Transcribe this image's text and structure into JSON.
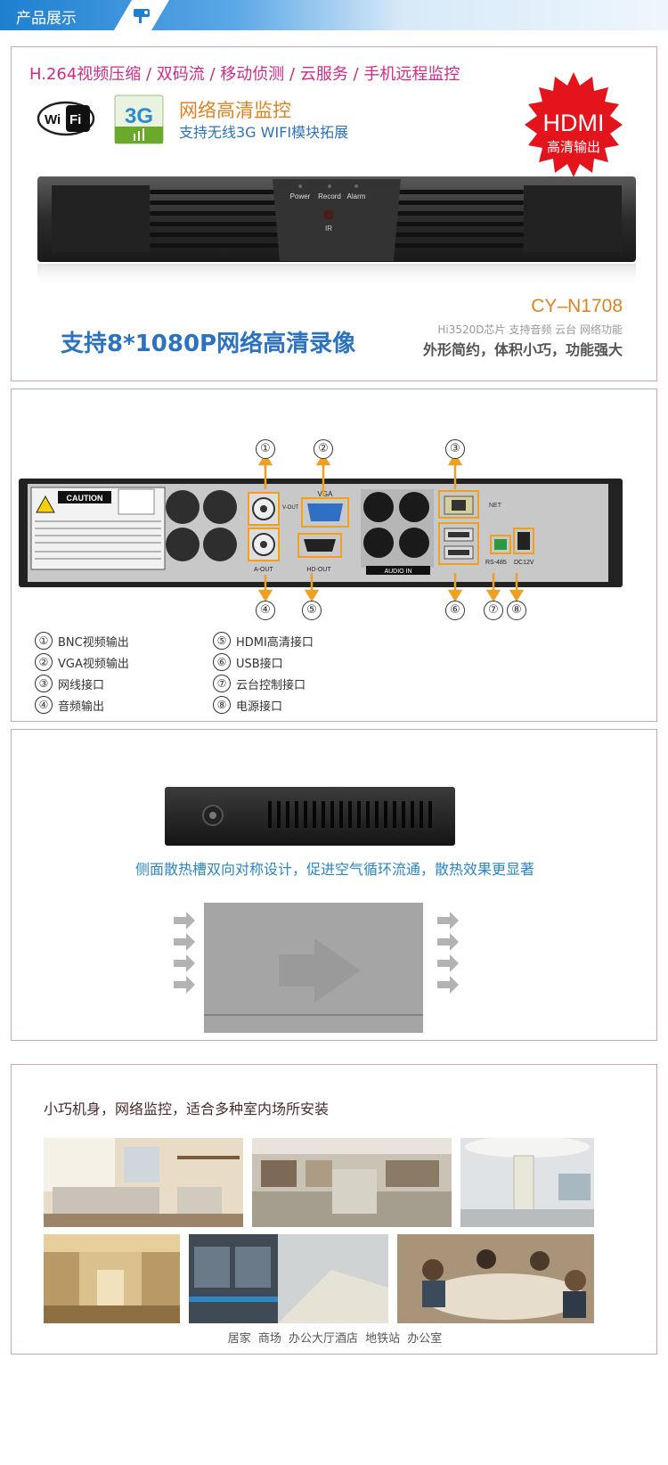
{
  "header": {
    "title": "产品展示"
  },
  "hero": {
    "features": "H.264视频压缩 / 双码流 / 移动侦测 / 云服务 / 手机远程监控",
    "wifi_logo_text": "WiFi",
    "badge_3g_text": "3G",
    "net_hd_title": "网络高清监控",
    "wifi_extension": "支持无线3G WIFI模块拓展",
    "hdmi_badge_title": "HDMI",
    "hdmi_badge_sub": "高清输出",
    "front_labels": [
      "Power",
      "Record",
      "Alarm"
    ],
    "front_ir_label": "IR",
    "model": "CY–N1708",
    "main_slogan": "支持8*1080P网络高清录像",
    "spec_line": "Hi3520D芯片   支持音频 云台 网络功能",
    "sub_slogan": "外形简约，体积小巧，功能强大"
  },
  "rear": {
    "caution_title": "CAUTION",
    "port_labels": {
      "vout": "V-OUT",
      "vga": "VGA",
      "net": "NET",
      "aout": "A-OUT",
      "hdout": "HD-OUT",
      "audio_in": "AUDIO IN",
      "rs485": "RS-485",
      "dc12v": "DC12V"
    },
    "callouts": [
      "①",
      "②",
      "③",
      "④",
      "⑤",
      "⑥",
      "⑦",
      "⑧"
    ],
    "legend": [
      {
        "num": "①",
        "label": "BNC视频输出"
      },
      {
        "num": "②",
        "label": "VGA视频输出"
      },
      {
        "num": "③",
        "label": "网线接口"
      },
      {
        "num": "④",
        "label": "音频输出"
      },
      {
        "num": "⑤",
        "label": "HDMI高清接口"
      },
      {
        "num": "⑥",
        "label": "USB接口"
      },
      {
        "num": "⑦",
        "label": "云台控制接口"
      },
      {
        "num": "⑧",
        "label": "电源接口"
      }
    ]
  },
  "ventilation": {
    "caption": "侧面散热槽双向对称设计，促进空气循环流通，散热效果更显著"
  },
  "scenes": {
    "title": "小巧机身，网络监控，适合多种室内场所安装",
    "captions": "居家  商场  办公大厅酒店  地铁站  办公室"
  },
  "colors": {
    "header_blue": "#1e7fd0",
    "feature_pink": "#d42a86",
    "accent_orange": "#e0821e",
    "slogan_blue": "#2b72c0",
    "hdmi_red": "#e3141b"
  }
}
